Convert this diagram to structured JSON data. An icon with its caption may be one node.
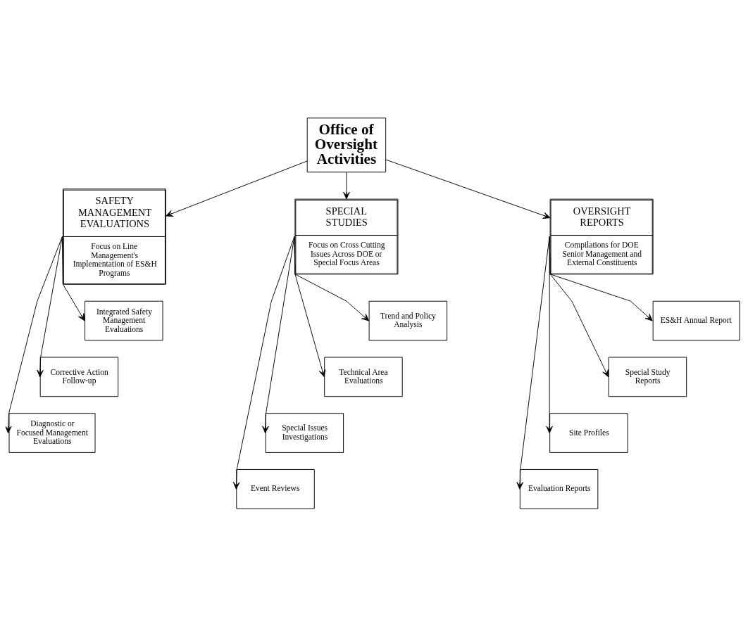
{
  "diagram": {
    "nodes": [
      {
        "text": [
          "Office of Oversight Activities"
        ]
      },
      {
        "text": [
          "SAFETY MANAGEMENT EVALUATIONS",
          "Focus on Line Management's Implementation of ES&H Programs"
        ]
      },
      {
        "text": [
          "SPECIAL STUDIES",
          "Focus on Cross Cutting Issues Across DOE or Special Focus Areas"
        ]
      },
      {
        "text": [
          "OVERSIGHT REPORTS",
          "Compilations for DOE Senior Management and External Constituents"
        ]
      },
      {
        "text": [
          "Integrated Safety Management Evaluations"
        ]
      },
      {
        "text": [
          "Corrective Action Follow-up"
        ]
      },
      {
        "text": [
          "Diagnostic or Focused Management Evaluations"
        ]
      },
      {
        "text": [
          "Trend and Policy Analysis"
        ]
      },
      {
        "text": [
          "Technical Area Evaluations"
        ]
      },
      {
        "text": [
          "Special Issues Investigations"
        ]
      },
      {
        "text": [
          "Event Reviews"
        ]
      },
      {
        "text": [
          "ES&H Annual Report"
        ]
      },
      {
        "text": [
          "Special Study Reports"
        ]
      },
      {
        "text": [
          "Site Profiles"
        ]
      },
      {
        "text": [
          "Evaluation Reports"
        ]
      }
    ],
    "edges": [
      {
        "from": 0,
        "to": 1,
        "arrow": "to"
      },
      {
        "from": 0,
        "to": 2,
        "arrow": "to"
      },
      {
        "from": 0,
        "to": 3,
        "arrow": "to"
      },
      {
        "from": 1,
        "to": 4,
        "arrow": "to"
      },
      {
        "from": 1,
        "to": 5,
        "arrow": "to"
      },
      {
        "from": 1,
        "to": 6,
        "arrow": "to"
      },
      {
        "from": 2,
        "to": 7,
        "arrow": "to"
      },
      {
        "from": 2,
        "to": 8,
        "arrow": "to"
      },
      {
        "from": 2,
        "to": 9,
        "arrow": "to"
      },
      {
        "from": 2,
        "to": 10,
        "arrow": "to"
      },
      {
        "from": 3,
        "to": 11,
        "arrow": "to"
      },
      {
        "from": 3,
        "to": 12,
        "arrow": "to"
      },
      {
        "from": 3,
        "to": 13,
        "arrow": "to"
      },
      {
        "from": 3,
        "to": 14,
        "arrow": "to"
      }
    ]
  }
}
